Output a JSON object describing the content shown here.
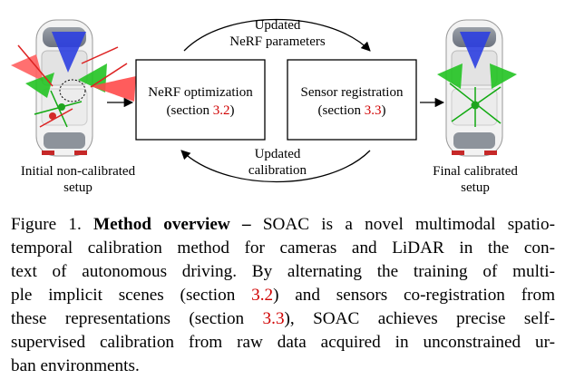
{
  "figure": {
    "arrow_top": [
      "Updated",
      "NeRF parameters"
    ],
    "arrow_bottom": [
      "Updated",
      "calibration"
    ],
    "box_nerf": {
      "line1": "NeRF optimization",
      "line2_prefix": "(section ",
      "ref": "3.2",
      "line2_suffix": ")"
    },
    "box_sensor": {
      "line1": "Sensor registration",
      "line2_prefix": "(section ",
      "ref": "3.3",
      "line2_suffix": ")"
    },
    "label_initial": [
      "Initial non-calibrated",
      "setup"
    ],
    "label_final": [
      "Final calibrated",
      "setup"
    ]
  },
  "caption": {
    "lines": [
      {
        "parts": [
          {
            "text": "Figure 1. "
          },
          {
            "text": "Method overview –",
            "bold": true
          },
          {
            "text": " SOAC is a novel multimodal spatio-"
          }
        ]
      },
      {
        "parts": [
          {
            "text": "temporal calibration method for cameras and LiDAR in the con-"
          }
        ]
      },
      {
        "parts": [
          {
            "text": "text of autonomous driving.  By alternating the training of multi-"
          }
        ]
      },
      {
        "parts": [
          {
            "text": "ple implicit scenes (section "
          },
          {
            "text": "3.2",
            "ref": true
          },
          {
            "text": ") and sensors co-registration from"
          }
        ]
      },
      {
        "parts": [
          {
            "text": "these representations (section "
          },
          {
            "text": "3.3",
            "ref": true
          },
          {
            "text": "), SOAC achieves precise self-"
          }
        ]
      },
      {
        "parts": [
          {
            "text": "supervised calibration from raw data acquired in unconstrained ur-"
          }
        ]
      },
      {
        "parts": [
          {
            "text": "ban environments."
          }
        ]
      }
    ]
  }
}
